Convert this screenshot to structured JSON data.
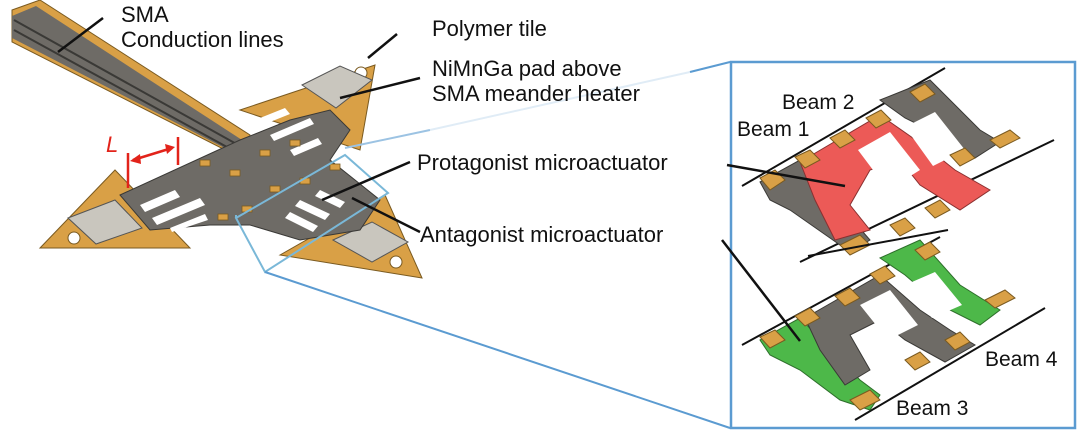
{
  "figure": {
    "labels": {
      "sma_line1": "SMA",
      "sma_line2": "Conduction lines",
      "polymer_tile": "Polymer tile",
      "nimnga_line1": "NiMnGa pad above",
      "nimnga_line2": "SMA meander heater",
      "protagonist": "Protagonist microactuator",
      "antagonist": "Antagonist microactuator",
      "dimension_L": "L"
    },
    "inset": {
      "beam1": "Beam 1",
      "beam2": "Beam 2",
      "beam3": "Beam 3",
      "beam4": "Beam 4"
    },
    "colors": {
      "polymer": "#d9a046",
      "sma_metal": "#6e6b66",
      "nimnga_pad": "#c9c6be",
      "protagonist_highlight": "#ec5a57",
      "antagonist_highlight": "#4db849",
      "inset_frame": "#5b9bd1",
      "dimension": "#e2231a"
    }
  }
}
